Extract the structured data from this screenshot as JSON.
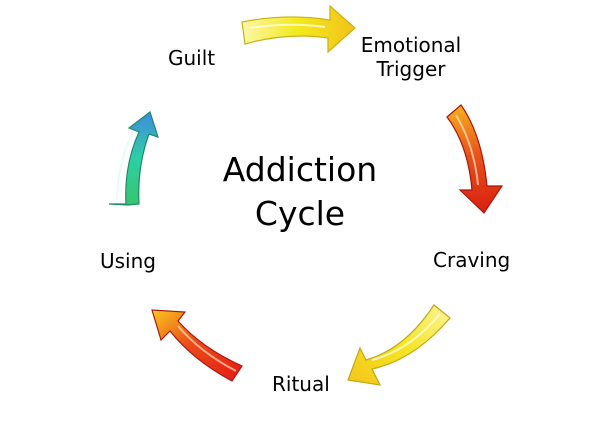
{
  "title": {
    "line1": "Addiction",
    "line2": "Cycle"
  },
  "stages": [
    {
      "label": "Emotional",
      "label2": "Trigger"
    },
    {
      "label": "Craving"
    },
    {
      "label": "Ritual"
    },
    {
      "label": "Using"
    },
    {
      "label": "Guilt"
    }
  ],
  "colors": {
    "arrow_guilt_to_trigger": "#f5e92a",
    "arrow_trigger_to_craving": "#e23b12",
    "arrow_craving_to_ritual": "#f3e21e",
    "arrow_ritual_to_using": "#e8331a",
    "arrow_using_to_guilt": "#2ec9a0"
  }
}
